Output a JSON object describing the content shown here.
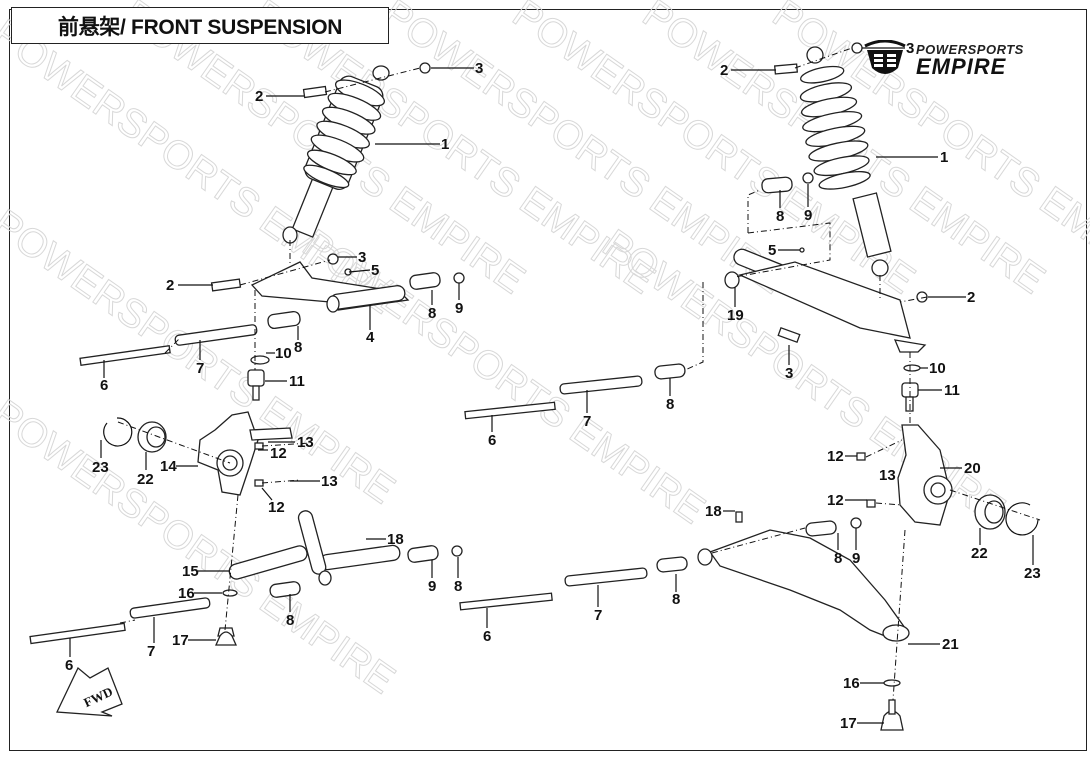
{
  "title": "前悬架/ FRONT SUSPENSION",
  "brand": {
    "line1": "POWERSPORTS",
    "line2": "EMPIRE",
    "icon": "empire-shield-logo"
  },
  "watermark": "POWERSPORTS EMPIRE",
  "fwd_label": "FWD",
  "callouts": {
    "left": [
      {
        "id": "c1",
        "num": "1"
      },
      {
        "id": "c2a",
        "num": "2"
      },
      {
        "id": "c3a",
        "num": "3"
      },
      {
        "id": "c2b",
        "num": "2"
      },
      {
        "id": "c3b",
        "num": "3"
      },
      {
        "id": "c5",
        "num": "5"
      },
      {
        "id": "c4",
        "num": "4"
      },
      {
        "id": "c8a",
        "num": "8"
      },
      {
        "id": "c9a",
        "num": "9"
      },
      {
        "id": "c8b",
        "num": "8"
      },
      {
        "id": "c7a",
        "num": "7"
      },
      {
        "id": "c6a",
        "num": "6"
      },
      {
        "id": "c10",
        "num": "10"
      },
      {
        "id": "c11",
        "num": "11"
      },
      {
        "id": "c13a",
        "num": "13"
      },
      {
        "id": "c12a",
        "num": "12"
      },
      {
        "id": "c13b",
        "num": "13"
      },
      {
        "id": "c12b",
        "num": "12"
      },
      {
        "id": "c14",
        "num": "14"
      },
      {
        "id": "c22",
        "num": "22"
      },
      {
        "id": "c23",
        "num": "23"
      },
      {
        "id": "c18",
        "num": "18"
      },
      {
        "id": "c15",
        "num": "15"
      },
      {
        "id": "c16",
        "num": "16"
      },
      {
        "id": "c8c",
        "num": "8"
      },
      {
        "id": "c9b",
        "num": "9"
      },
      {
        "id": "c8d",
        "num": "8"
      },
      {
        "id": "c7b",
        "num": "7"
      },
      {
        "id": "c6b",
        "num": "6"
      },
      {
        "id": "c17",
        "num": "17"
      }
    ],
    "right": [
      {
        "id": "r2a",
        "num": "2"
      },
      {
        "id": "r3a",
        "num": "3"
      },
      {
        "id": "r1",
        "num": "1"
      },
      {
        "id": "r8a",
        "num": "8"
      },
      {
        "id": "r9a",
        "num": "9"
      },
      {
        "id": "r5",
        "num": "5"
      },
      {
        "id": "r19",
        "num": "19"
      },
      {
        "id": "r2b",
        "num": "2"
      },
      {
        "id": "r3b",
        "num": "3"
      },
      {
        "id": "r10",
        "num": "10"
      },
      {
        "id": "r11",
        "num": "11"
      },
      {
        "id": "r8b",
        "num": "8"
      },
      {
        "id": "r7a",
        "num": "7"
      },
      {
        "id": "r6a",
        "num": "6"
      },
      {
        "id": "r12a",
        "num": "12"
      },
      {
        "id": "r13",
        "num": "13"
      },
      {
        "id": "r12b",
        "num": "12"
      },
      {
        "id": "r20",
        "num": "20"
      },
      {
        "id": "r22",
        "num": "22"
      },
      {
        "id": "r23",
        "num": "23"
      },
      {
        "id": "r18",
        "num": "18"
      },
      {
        "id": "r8c",
        "num": "8"
      },
      {
        "id": "r9b",
        "num": "9"
      },
      {
        "id": "r8d",
        "num": "8"
      },
      {
        "id": "r7b",
        "num": "7"
      },
      {
        "id": "r6b",
        "num": "6"
      },
      {
        "id": "r21",
        "num": "21"
      },
      {
        "id": "r16",
        "num": "16"
      },
      {
        "id": "r17",
        "num": "17"
      }
    ]
  }
}
